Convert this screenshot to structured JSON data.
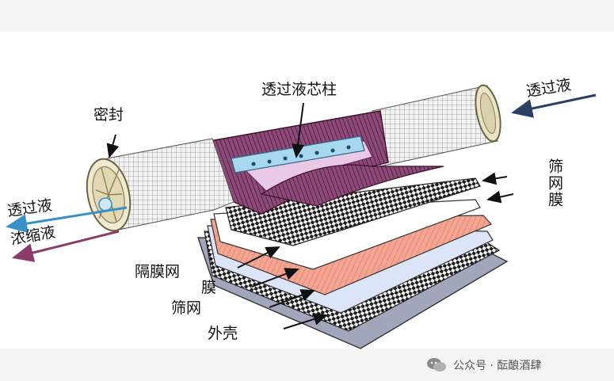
{
  "labels": {
    "permeate_core": "透过液芯柱",
    "seal": "密封",
    "permeate_in": "透过液",
    "mesh_membrane": "筛网膜",
    "permeate_out": "透过液",
    "concentrate": "浓缩液",
    "spacer_net": "隔膜网",
    "membrane": "膜",
    "mesh": "筛网",
    "shell": "外壳"
  },
  "watermark": {
    "text": "公众号 · 酝酿酒肆",
    "icon": "wechat-icon"
  },
  "colors": {
    "arrow_blue": "#3b8fc7",
    "arrow_purple": "#8b3a6b",
    "arrow_navy": "#2b3f63",
    "membrane_pink": "#f0a090",
    "membrane_light": "#dde6f5",
    "shell_gray": "#9ea3b8",
    "wrap_purple": "#6a2a55"
  }
}
